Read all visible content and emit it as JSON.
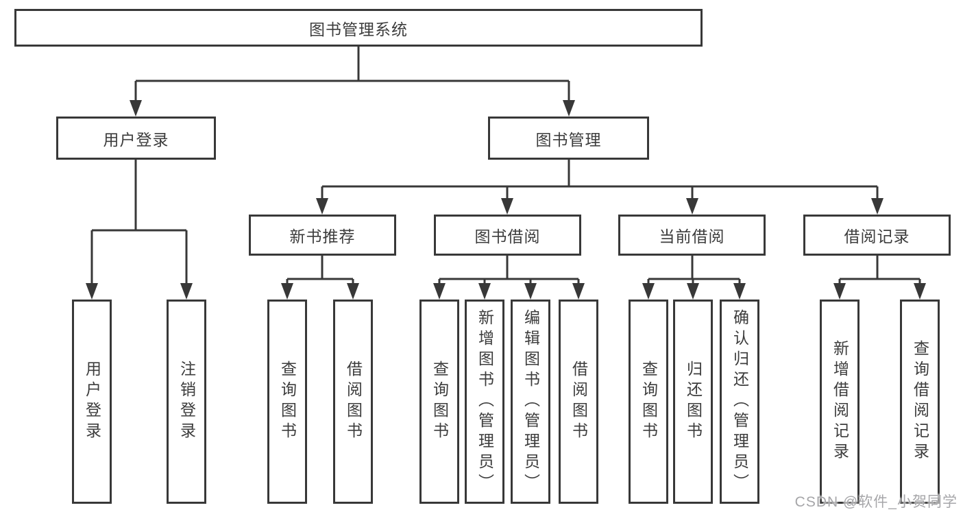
{
  "palette": {
    "line_color": "#383838",
    "box_background": "#ffffff",
    "text_color": "#3c3c3c",
    "watermark_color": "#a6a6a9"
  },
  "watermark": {
    "text": "CSDN @软件_小贺同学"
  },
  "tree": {
    "root": {
      "label": "图书管理系统"
    },
    "level2": [
      {
        "label": "用户登录",
        "parent": "图书管理系统"
      },
      {
        "label": "图书管理",
        "parent": "图书管理系统"
      }
    ],
    "level3": [
      {
        "label": "新书推荐",
        "parent": "图书管理"
      },
      {
        "label": "图书借阅",
        "parent": "图书管理"
      },
      {
        "label": "当前借阅",
        "parent": "图书管理"
      },
      {
        "label": "借阅记录",
        "parent": "图书管理"
      }
    ],
    "leaves": [
      {
        "label": "用户登录",
        "parent": "用户登录"
      },
      {
        "label": "注销登录",
        "parent": "用户登录"
      },
      {
        "label": "查询图书",
        "parent": "新书推荐"
      },
      {
        "label": "借阅图书",
        "parent": "新书推荐"
      },
      {
        "label": "查询图书",
        "parent": "图书借阅"
      },
      {
        "label": "新增图书（管理员）",
        "parent": "图书借阅"
      },
      {
        "label": "编辑图书（管理员）",
        "parent": "图书借阅"
      },
      {
        "label": "借阅图书",
        "parent": "图书借阅"
      },
      {
        "label": "查询图书",
        "parent": "当前借阅"
      },
      {
        "label": "归还图书",
        "parent": "当前借阅"
      },
      {
        "label": "确认归还（管理员）",
        "parent": "当前借阅"
      },
      {
        "label": "新增借阅记录",
        "parent": "借阅记录"
      },
      {
        "label": "查询借阅记录",
        "parent": "借阅记录"
      }
    ]
  }
}
